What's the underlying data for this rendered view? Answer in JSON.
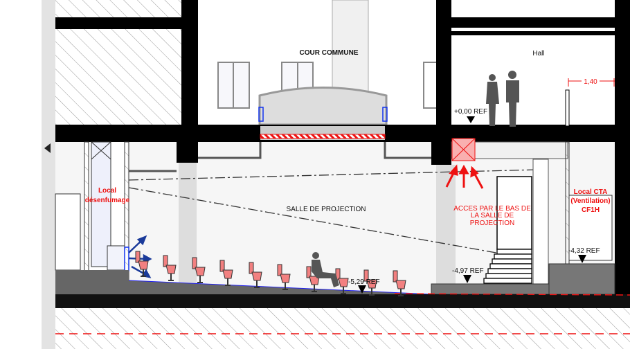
{
  "drawing": {
    "rooms": {
      "cour_commune": "COUR COMMUNE",
      "hall": "Hall",
      "salle": "SALLE DE PROJECTION",
      "local_desenfumage": [
        "Local",
        "désenfumage"
      ],
      "local_cta": [
        "Local CTA",
        "(Ventilation)",
        "CF1H"
      ]
    },
    "access_note": [
      "ACCES PAR LE BAS DE",
      "LA SALLE DE",
      "PROJECTION"
    ],
    "dimension": "1,40",
    "levels": {
      "ref_0": "+0,00 REF",
      "ref_432": "-4,32 REF",
      "ref_497": "-4,97 REF",
      "ref_529": "-5,29 REF"
    }
  },
  "colors": {
    "structure": "#000000",
    "seat": "#f28080",
    "annotation": "#ee1111",
    "smoke_arrow": "#1a3a9a"
  }
}
